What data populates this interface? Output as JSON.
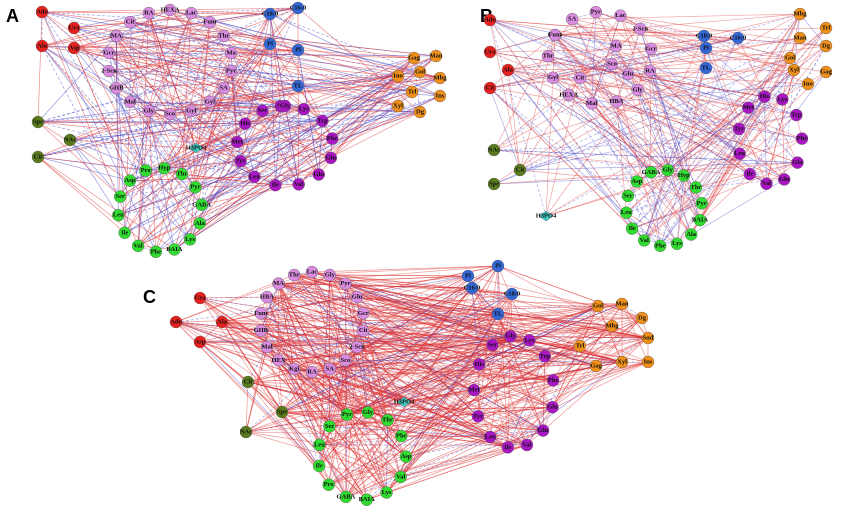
{
  "panels": [
    {
      "letter": "A",
      "nodes": [
        {
          "label": "Ado",
          "group": "red"
        },
        {
          "label": "Ura",
          "group": "red"
        },
        {
          "label": "Ala",
          "group": "red"
        },
        {
          "label": "Asp",
          "group": "red"
        },
        {
          "label": "Spe",
          "group": "olive"
        },
        {
          "label": "NAc",
          "group": "olive"
        },
        {
          "label": "Cit",
          "group": "olive"
        },
        {
          "label": "HBA",
          "group": "pink"
        },
        {
          "label": "Cit",
          "group": "pink"
        },
        {
          "label": "RA",
          "group": "pink"
        },
        {
          "label": "HEXA",
          "group": "pink"
        },
        {
          "label": "Lac",
          "group": "pink"
        },
        {
          "label": "Fum",
          "group": "pink"
        },
        {
          "label": "Thr",
          "group": "pink"
        },
        {
          "label": "Ma",
          "group": "pink"
        },
        {
          "label": "Pyr",
          "group": "pink"
        },
        {
          "label": "SA",
          "group": "pink"
        },
        {
          "label": "Gyl",
          "group": "pink"
        },
        {
          "label": "Gyl",
          "group": "pink"
        },
        {
          "label": "Sco",
          "group": "pink"
        },
        {
          "label": "Gly",
          "group": "pink"
        },
        {
          "label": "Mal",
          "group": "pink"
        },
        {
          "label": "GHB",
          "group": "pink"
        },
        {
          "label": "2-Scn",
          "group": "pink"
        },
        {
          "label": "Gcr",
          "group": "pink"
        },
        {
          "label": "MA",
          "group": "pink"
        },
        {
          "label": "C18:0",
          "group": "blue"
        },
        {
          "label": "C16:0",
          "group": "blue"
        },
        {
          "label": "Pi",
          "group": "blue"
        },
        {
          "label": "Pl",
          "group": "blue"
        },
        {
          "label": "TL",
          "group": "blue"
        },
        {
          "label": "Ino",
          "group": "orange"
        },
        {
          "label": "Gol",
          "group": "orange"
        },
        {
          "label": "Man",
          "group": "orange"
        },
        {
          "label": "Gag",
          "group": "orange"
        },
        {
          "label": "Mbg",
          "group": "orange"
        },
        {
          "label": "Trl",
          "group": "orange"
        },
        {
          "label": "Xyl",
          "group": "orange"
        },
        {
          "label": "Ins",
          "group": "orange"
        },
        {
          "label": "Dg",
          "group": "orange"
        },
        {
          "label": "Ala",
          "group": "purple"
        },
        {
          "label": "Lys",
          "group": "purple"
        },
        {
          "label": "Trp",
          "group": "purple"
        },
        {
          "label": "Phe",
          "group": "purple"
        },
        {
          "label": "Glu",
          "group": "purple"
        },
        {
          "label": "Gln",
          "group": "purple"
        },
        {
          "label": "Val",
          "group": "purple"
        },
        {
          "label": "Ile",
          "group": "purple"
        },
        {
          "label": "Leu",
          "group": "purple"
        },
        {
          "label": "Tyr",
          "group": "purple"
        },
        {
          "label": "Met",
          "group": "purple"
        },
        {
          "label": "His",
          "group": "purple"
        },
        {
          "label": "Ser",
          "group": "purple"
        },
        {
          "label": "Gly",
          "group": "purple"
        },
        {
          "label": "Gly",
          "group": "green"
        },
        {
          "label": "Hyp",
          "group": "green"
        },
        {
          "label": "Thr",
          "group": "green"
        },
        {
          "label": "Pyr",
          "group": "green"
        },
        {
          "label": "GABA",
          "group": "green"
        },
        {
          "label": "Ala",
          "group": "green"
        },
        {
          "label": "Lys",
          "group": "green"
        },
        {
          "label": "BAIA",
          "group": "green"
        },
        {
          "label": "Phe",
          "group": "green"
        },
        {
          "label": "Val",
          "group": "green"
        },
        {
          "label": "Ile",
          "group": "green"
        },
        {
          "label": "Leu",
          "group": "green"
        },
        {
          "label": "Ser",
          "group": "green"
        },
        {
          "label": "Asp",
          "group": "green"
        },
        {
          "label": "Pro",
          "group": "green"
        },
        {
          "label": "H3PO4",
          "group": "teal"
        }
      ]
    },
    {
      "letter": "B",
      "nodes": [
        {
          "label": "Ado",
          "group": "red"
        },
        {
          "label": "Ura",
          "group": "red"
        },
        {
          "label": "Ala",
          "group": "red"
        },
        {
          "label": "Cit",
          "group": "red"
        },
        {
          "label": "NAc",
          "group": "olive"
        },
        {
          "label": "Cit",
          "group": "olive"
        },
        {
          "label": "Spe",
          "group": "olive"
        },
        {
          "label": "GHB",
          "group": "pink"
        },
        {
          "label": "SA",
          "group": "pink"
        },
        {
          "label": "Pyr",
          "group": "pink"
        },
        {
          "label": "Lac",
          "group": "pink"
        },
        {
          "label": "2-Scn",
          "group": "pink"
        },
        {
          "label": "Gcr",
          "group": "pink"
        },
        {
          "label": "RA",
          "group": "pink"
        },
        {
          "label": "Gly",
          "group": "pink"
        },
        {
          "label": "HBA",
          "group": "pink"
        },
        {
          "label": "Mal",
          "group": "pink"
        },
        {
          "label": "HEXA",
          "group": "pink"
        },
        {
          "label": "Gyl",
          "group": "pink"
        },
        {
          "label": "Thr",
          "group": "pink"
        },
        {
          "label": "Fum",
          "group": "pink"
        },
        {
          "label": "Sco",
          "group": "pink"
        },
        {
          "label": "Glu",
          "group": "pink"
        },
        {
          "label": "Cit",
          "group": "pink"
        },
        {
          "label": "MA",
          "group": "pink"
        },
        {
          "label": "C18:0",
          "group": "blue"
        },
        {
          "label": "C16:0",
          "group": "blue"
        },
        {
          "label": "Pi",
          "group": "blue"
        },
        {
          "label": "TL",
          "group": "blue"
        },
        {
          "label": "Mbg",
          "group": "orange"
        },
        {
          "label": "Trl",
          "group": "orange"
        },
        {
          "label": "Man",
          "group": "orange"
        },
        {
          "label": "Dg",
          "group": "orange"
        },
        {
          "label": "Gol",
          "group": "orange"
        },
        {
          "label": "Xyl",
          "group": "orange"
        },
        {
          "label": "Gag",
          "group": "orange"
        },
        {
          "label": "Ino",
          "group": "orange"
        },
        {
          "label": "Ala",
          "group": "purple"
        },
        {
          "label": "Lys",
          "group": "purple"
        },
        {
          "label": "Trp",
          "group": "purple"
        },
        {
          "label": "Phe",
          "group": "purple"
        },
        {
          "label": "Glu",
          "group": "purple"
        },
        {
          "label": "Gln",
          "group": "purple"
        },
        {
          "label": "Val",
          "group": "purple"
        },
        {
          "label": "Ile",
          "group": "purple"
        },
        {
          "label": "Leu",
          "group": "purple"
        },
        {
          "label": "Tyr",
          "group": "purple"
        },
        {
          "label": "Met",
          "group": "purple"
        },
        {
          "label": "His",
          "group": "purple"
        },
        {
          "label": "GABA",
          "group": "green"
        },
        {
          "label": "Gly",
          "group": "green"
        },
        {
          "label": "Hyp",
          "group": "green"
        },
        {
          "label": "Thr",
          "group": "green"
        },
        {
          "label": "Pyr",
          "group": "green"
        },
        {
          "label": "BAIA",
          "group": "green"
        },
        {
          "label": "Ala",
          "group": "green"
        },
        {
          "label": "Lys",
          "group": "green"
        },
        {
          "label": "Phe",
          "group": "green"
        },
        {
          "label": "Val",
          "group": "green"
        },
        {
          "label": "Ile",
          "group": "green"
        },
        {
          "label": "Leu",
          "group": "green"
        },
        {
          "label": "Ser",
          "group": "green"
        },
        {
          "label": "Asp",
          "group": "green"
        },
        {
          "label": "H3PO4",
          "group": "teal"
        }
      ]
    },
    {
      "letter": "C",
      "nodes": [
        {
          "label": "Ura",
          "group": "red"
        },
        {
          "label": "Ado",
          "group": "red"
        },
        {
          "label": "Ala",
          "group": "red"
        },
        {
          "label": "Asp",
          "group": "red"
        },
        {
          "label": "Cit",
          "group": "olive"
        },
        {
          "label": "Spe",
          "group": "olive"
        },
        {
          "label": "NAc",
          "group": "olive"
        },
        {
          "label": "Gyl",
          "group": "pink"
        },
        {
          "label": "Thr",
          "group": "pink"
        },
        {
          "label": "Lac",
          "group": "pink"
        },
        {
          "label": "Gly",
          "group": "pink"
        },
        {
          "label": "Pyr",
          "group": "pink"
        },
        {
          "label": "Glu",
          "group": "pink"
        },
        {
          "label": "Gcr",
          "group": "pink"
        },
        {
          "label": "Cit",
          "group": "pink"
        },
        {
          "label": "2-Scn",
          "group": "pink"
        },
        {
          "label": "Sco",
          "group": "pink"
        },
        {
          "label": "SA",
          "group": "pink"
        },
        {
          "label": "RA",
          "group": "pink"
        },
        {
          "label": "Kgi",
          "group": "pink"
        },
        {
          "label": "HEX",
          "group": "pink"
        },
        {
          "label": "Mal",
          "group": "pink"
        },
        {
          "label": "GHB",
          "group": "pink"
        },
        {
          "label": "Fum",
          "group": "pink"
        },
        {
          "label": "HBA",
          "group": "pink"
        },
        {
          "label": "MA",
          "group": "pink"
        },
        {
          "label": "Pl",
          "group": "blue"
        },
        {
          "label": "Pi",
          "group": "blue"
        },
        {
          "label": "C16:0",
          "group": "blue"
        },
        {
          "label": "C18:0",
          "group": "blue"
        },
        {
          "label": "TL",
          "group": "blue"
        },
        {
          "label": "Gol",
          "group": "orange"
        },
        {
          "label": "Man",
          "group": "orange"
        },
        {
          "label": "Dg",
          "group": "orange"
        },
        {
          "label": "Mbg",
          "group": "orange"
        },
        {
          "label": "Sud",
          "group": "orange"
        },
        {
          "label": "Trl",
          "group": "orange"
        },
        {
          "label": "Gag",
          "group": "orange"
        },
        {
          "label": "Xyl",
          "group": "orange"
        },
        {
          "label": "Ins",
          "group": "orange"
        },
        {
          "label": "Ala",
          "group": "purple"
        },
        {
          "label": "Lys",
          "group": "purple"
        },
        {
          "label": "Trp",
          "group": "purple"
        },
        {
          "label": "Phe",
          "group": "purple"
        },
        {
          "label": "Glu",
          "group": "purple"
        },
        {
          "label": "Gln",
          "group": "purple"
        },
        {
          "label": "Val",
          "group": "purple"
        },
        {
          "label": "Ile",
          "group": "purple"
        },
        {
          "label": "Leu",
          "group": "purple"
        },
        {
          "label": "Tyr",
          "group": "purple"
        },
        {
          "label": "Met",
          "group": "purple"
        },
        {
          "label": "His",
          "group": "purple"
        },
        {
          "label": "Ser",
          "group": "purple"
        },
        {
          "label": "Gly",
          "group": "purple"
        },
        {
          "label": "Ala",
          "group": "green"
        },
        {
          "label": "Gly",
          "group": "green"
        },
        {
          "label": "Thr",
          "group": "green"
        },
        {
          "label": "Phe",
          "group": "green"
        },
        {
          "label": "Asp",
          "group": "green"
        },
        {
          "label": "Val",
          "group": "green"
        },
        {
          "label": "Lys",
          "group": "green"
        },
        {
          "label": "BAIA",
          "group": "green"
        },
        {
          "label": "GABA",
          "group": "green"
        },
        {
          "label": "Pro",
          "group": "green"
        },
        {
          "label": "Ile",
          "group": "green"
        },
        {
          "label": "Leu",
          "group": "green"
        },
        {
          "label": "Ser",
          "group": "green"
        },
        {
          "label": "Pyr",
          "group": "green"
        },
        {
          "label": "H3PO4",
          "group": "teal"
        }
      ]
    }
  ],
  "colors": {
    "red": "#e8211f",
    "olive": "#5b7c1d",
    "pink": "#d98ce0",
    "blue": "#3367d6",
    "orange": "#f0901a",
    "purple": "#a916c4",
    "green": "#2fdc2f",
    "teal": "#3fc9c0",
    "edge_positive": "#e03030",
    "edge_negative": "#4848c8"
  }
}
